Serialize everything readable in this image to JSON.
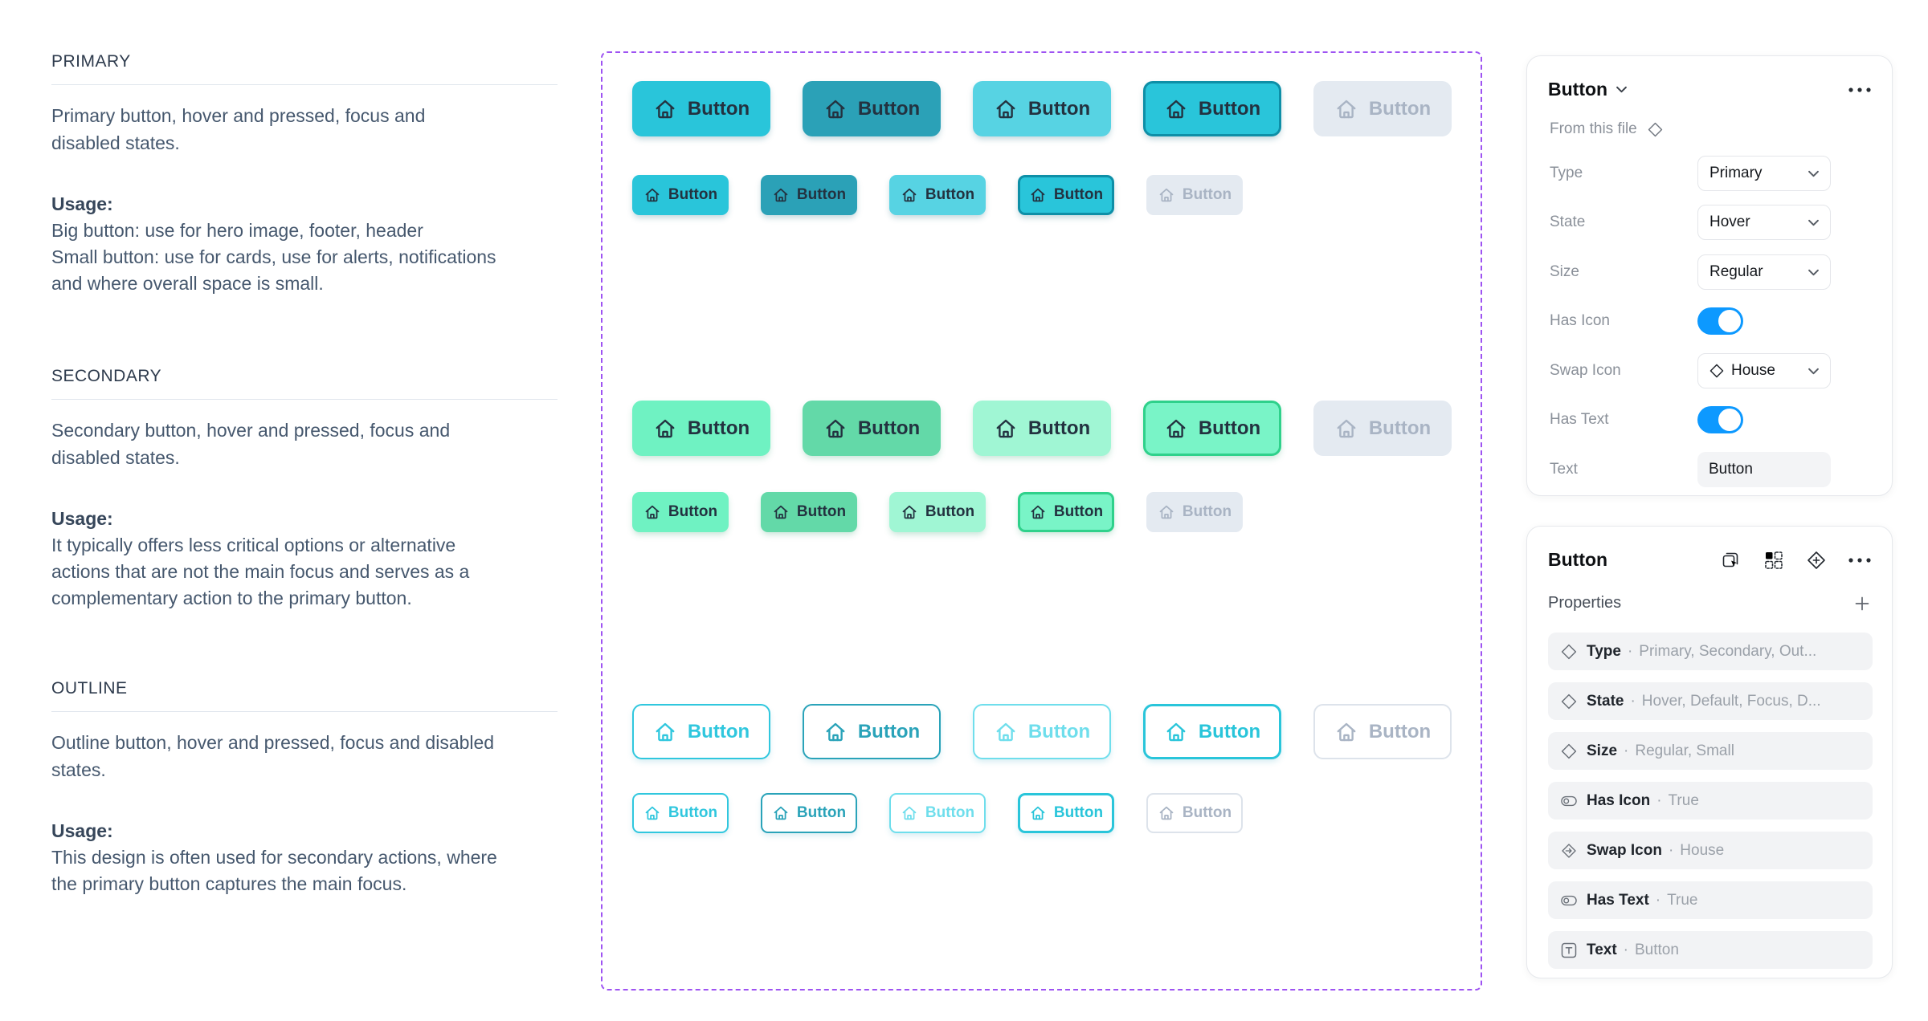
{
  "palette": {
    "primary_default": "#29C5DA",
    "primary_hover": "#2BA1B7",
    "primary_pressed": "#57D3E3",
    "primary_focus_ring": "#0E8FA7",
    "secondary_default": "#6FF2C2",
    "secondary_hover": "#63D9A8",
    "secondary_pressed": "#A0F6D4",
    "secondary_focus_ring": "#2FD18B",
    "outline_accent": "#30C7DE",
    "disabled_bg": "#E4EAF1",
    "disabled_text": "#A9B4C4",
    "toggle_on": "#0D99FF",
    "component_set_border": "#9E53F2",
    "button_text": "#233240"
  },
  "left_sections": [
    {
      "heading": "PRIMARY",
      "description_lines": [
        "Primary button, hover and pressed, focus and",
        "disabled states."
      ],
      "usage_label": "Usage:",
      "usage_lines": [
        "Big button: use for hero image, footer, header",
        "Small button: use for cards, use for alerts, notifications",
        "and where overall space is small."
      ]
    },
    {
      "heading": "SECONDARY",
      "description_lines": [
        "Secondary button, hover and pressed, focus and",
        "disabled states."
      ],
      "usage_label": "Usage:",
      "usage_lines": [
        "It typically offers less critical options or alternative",
        "actions that are not the main focus and serves as a",
        "complementary action to the primary button."
      ]
    },
    {
      "heading": "OUTLINE",
      "description_lines": [
        "Outline button, hover and pressed, focus and disabled",
        "states."
      ],
      "usage_label": "Usage:",
      "usage_lines": [
        "This design is often used for secondary actions, where",
        "the primary button captures the main focus."
      ]
    }
  ],
  "canvas": {
    "button_label": "Button"
  },
  "inspect_panel": {
    "title": "Button",
    "source": "From this file",
    "fields": [
      {
        "label": "Type",
        "value": "Primary",
        "control": "select"
      },
      {
        "label": "State",
        "value": "Hover",
        "control": "select"
      },
      {
        "label": "Size",
        "value": "Regular",
        "control": "select"
      },
      {
        "label": "Has Icon",
        "value": true,
        "control": "toggle"
      },
      {
        "label": "Swap Icon",
        "value": "House",
        "control": "icon-select"
      },
      {
        "label": "Has Text",
        "value": true,
        "control": "toggle"
      },
      {
        "label": "Text",
        "value": "Button",
        "control": "input"
      }
    ]
  },
  "component_panel": {
    "title": "Button",
    "section_label": "Properties",
    "separator": "·",
    "properties": [
      {
        "icon": "variant-diamond",
        "label": "Type",
        "value": "Primary, Secondary, Out..."
      },
      {
        "icon": "variant-diamond",
        "label": "State",
        "value": "Hover, Default, Focus, D..."
      },
      {
        "icon": "variant-diamond",
        "label": "Size",
        "value": "Regular, Small"
      },
      {
        "icon": "boolean-toggle",
        "label": "Has Icon",
        "value": "True"
      },
      {
        "icon": "instance-swap",
        "label": "Swap Icon",
        "value": "House"
      },
      {
        "icon": "boolean-toggle",
        "label": "Has Text",
        "value": "True"
      },
      {
        "icon": "text",
        "label": "Text",
        "value": "Button"
      }
    ]
  }
}
